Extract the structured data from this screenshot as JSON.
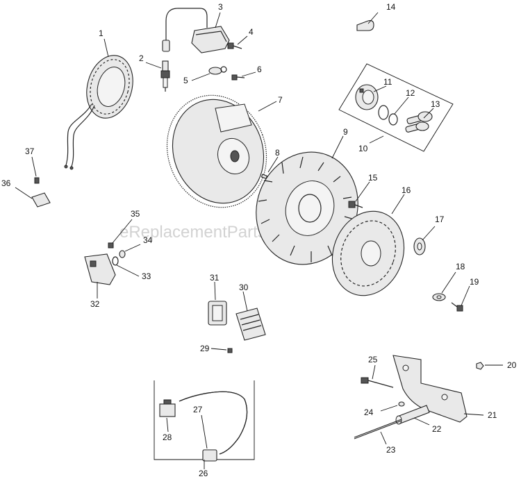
{
  "watermark": "eReplacementParts.com",
  "callouts": {
    "c1": "1",
    "c2": "2",
    "c3": "3",
    "c4": "4",
    "c5": "5",
    "c6": "6",
    "c7": "7",
    "c8": "8",
    "c9": "9",
    "c10": "10",
    "c11": "11",
    "c12": "12",
    "c13": "13",
    "c14": "14",
    "c15": "15",
    "c16": "16",
    "c17": "17",
    "c18": "18",
    "c19": "19",
    "c20": "20",
    "c21": "21",
    "c22": "22",
    "c23": "23",
    "c24": "24",
    "c25": "25",
    "c26": "26",
    "c27": "27",
    "c28": "28",
    "c29": "29",
    "c30": "30",
    "c31": "31",
    "c32": "32",
    "c33": "33",
    "c34": "34",
    "c35": "35",
    "c36": "36",
    "c37": "37"
  }
}
